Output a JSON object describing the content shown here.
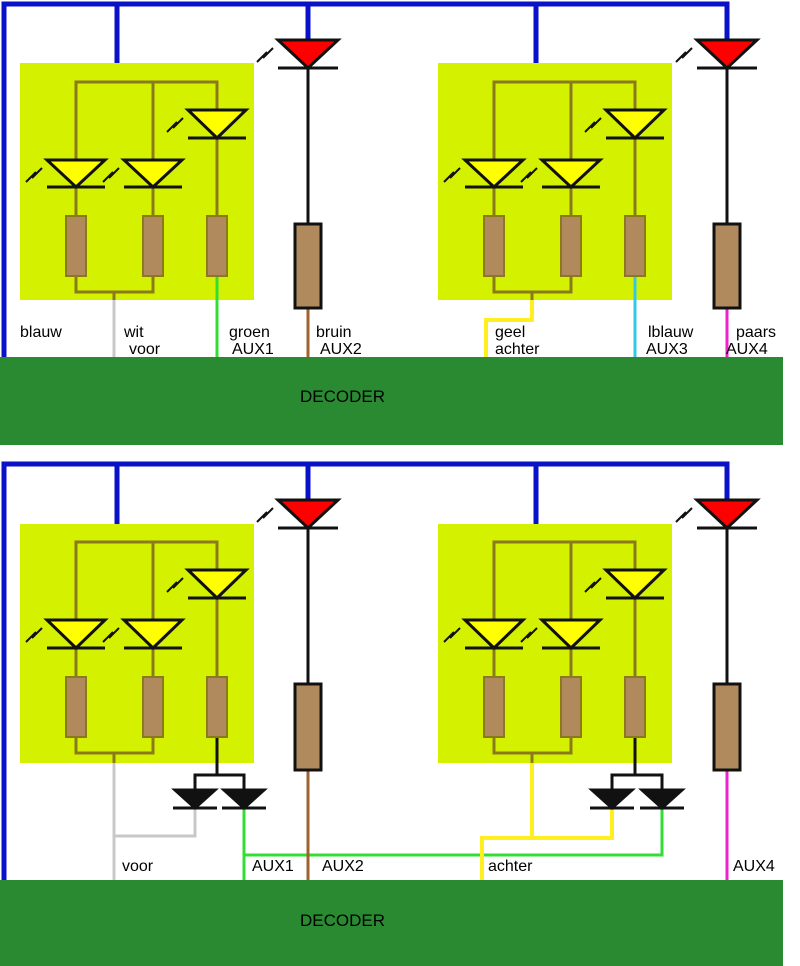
{
  "colors": {
    "wire_blue": "#0a12c8",
    "board": "#d4f200",
    "inner_wire": "#8a7a1c",
    "wire_black": "#111111",
    "led_yellow": "#ffff00",
    "led_red": "#ff0000",
    "resistor": "#b08a5c",
    "wire_white": "#c8c8c8",
    "wire_green": "#33dd33",
    "wire_brown": "#a0622d",
    "wire_yellow": "#ffee22",
    "wire_lightblue": "#33c8e8",
    "wire_purple": "#ee22cc",
    "decoder": "#2a8a32"
  },
  "top": {
    "labels": {
      "blauw": "blauw",
      "wit": "wit",
      "voor": "voor",
      "groen": "groen",
      "aux1": "AUX1",
      "bruin": "bruin",
      "aux2": "AUX2",
      "geel": "geel",
      "achter": "achter",
      "lblauw": "lblauw",
      "aux3": "AUX3",
      "paars": "paars",
      "aux4": "AUX4"
    },
    "decoder_label": "DECODER"
  },
  "bottom": {
    "labels": {
      "voor": "voor",
      "aux1": "AUX1",
      "aux2": "AUX2",
      "achter": "achter",
      "aux4": "AUX4"
    },
    "decoder_label": "DECODER"
  }
}
